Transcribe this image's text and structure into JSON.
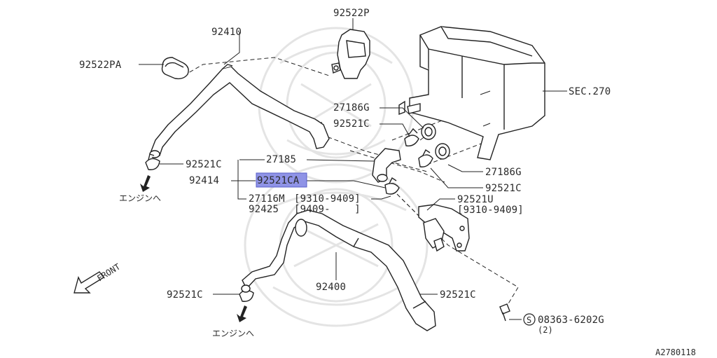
{
  "diagram": {
    "sheet_code": "A2780118",
    "labels": {
      "p92522P": "92522P",
      "p92410": "92410",
      "p92522PA": "92522PA",
      "sec270": "SEC.270",
      "p27186G_top": "27186G",
      "p92521C_top": "92521C",
      "p92521C_left": "92521C",
      "p27185": "27185",
      "p92414": "92414",
      "p92521CA": "92521CA",
      "p27116M": "27116M",
      "p27116M_range": "[9310-9409]",
      "p92425": "92425",
      "p92425_range": "[9409-    ]",
      "p27186G_right": "27186G",
      "p92521C_right": "92521C",
      "p92521U": "92521U",
      "p92521U_range": "[9310-9409]",
      "p92400": "92400",
      "p92521C_bottom_left": "92521C",
      "p92521C_bottom_right": "92521C",
      "bolt": "08363-6202G",
      "bolt_qty": "(2)",
      "bolt_symbol": "S",
      "to_engine_1": "エンジンへ",
      "to_engine_2": "エンジンへ",
      "front": "FRONT"
    },
    "highlight_color": "#8f93e6"
  }
}
